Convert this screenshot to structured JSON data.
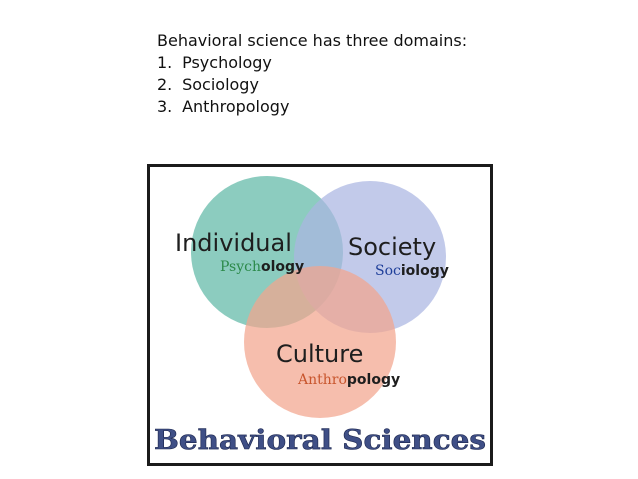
{
  "intro": {
    "heading": "Behavioral science has three domains:",
    "items": [
      {
        "num": "1.",
        "label": "Psychology"
      },
      {
        "num": "2.",
        "label": "Sociology"
      },
      {
        "num": "3.",
        "label": "Anthropology"
      }
    ]
  },
  "diagram": {
    "circles": [
      {
        "id": "individual",
        "label": "Individual",
        "sub_colored": "Psych",
        "sub_plain": "ology",
        "sub_color": "#2c8a4a",
        "fill": "#5fb8a6"
      },
      {
        "id": "society",
        "label": "Society",
        "sub_colored": "Soc",
        "sub_plain": "iology",
        "sub_color": "#1f3f9a",
        "fill": "#aab5e2"
      },
      {
        "id": "culture",
        "label": "Culture",
        "sub_colored": "Anthro",
        "sub_plain": "pology",
        "sub_color": "#c8552d",
        "fill": "#f2a58e"
      }
    ],
    "title": "Behavioral Sciences"
  }
}
